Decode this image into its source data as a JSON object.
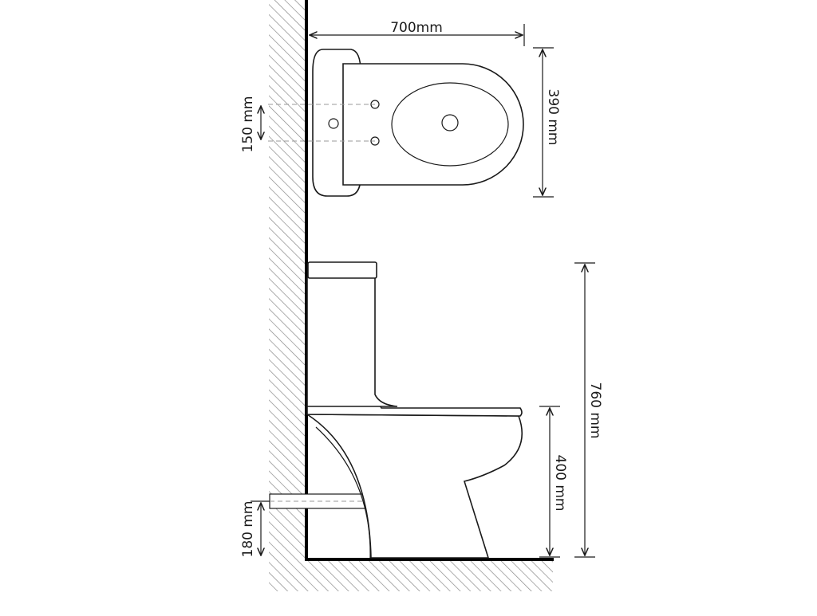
{
  "drawing": {
    "top_view": {
      "width_label": "700mm",
      "depth_label": "390 mm",
      "bolt_spacing_label": "150 mm"
    },
    "side_view": {
      "total_height_label": "760 mm",
      "seat_height_label": "400 mm",
      "outlet_height_label": "180 mm"
    }
  }
}
